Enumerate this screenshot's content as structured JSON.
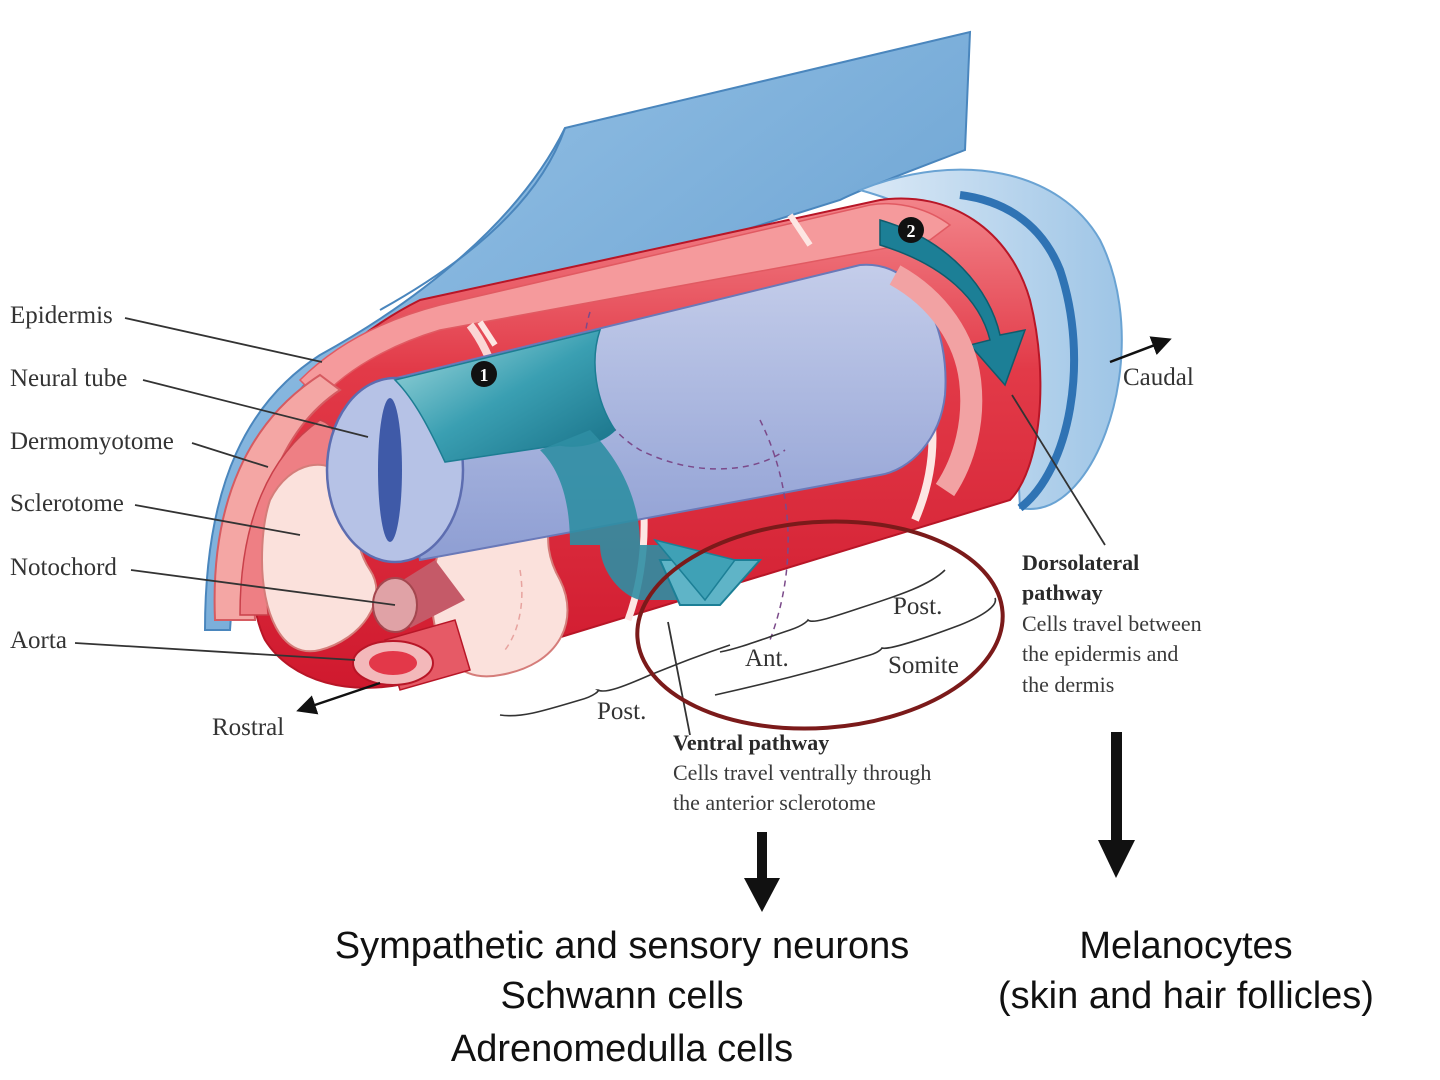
{
  "labels": {
    "epidermis": "Epidermis",
    "neural_tube": "Neural tube",
    "dermomyotome": "Dermomyotome",
    "sclerotome": "Sclerotome",
    "notochord": "Notochord",
    "aorta": "Aorta",
    "rostral": "Rostral",
    "caudal": "Caudal",
    "post_1": "Post.",
    "ant": "Ant.",
    "post_2": "Post.",
    "somite": "Somite",
    "step_1": "1",
    "step_2": "2"
  },
  "ventral_pathway": {
    "title": "Ventral pathway",
    "line1": "Cells travel ventrally through",
    "line2": "the anterior sclerotome"
  },
  "dorsolateral_pathway": {
    "title_line1": "Dorsolateral",
    "title_line2": "pathway",
    "line1": "Cells travel between",
    "line2": "the epidermis and",
    "line3": "the dermis"
  },
  "outcomes": {
    "ventral": [
      "Sympathetic and sensory neurons",
      "Schwann cells",
      "Adrenomedulla cells"
    ],
    "dorsolateral": [
      "Melanocytes",
      "(skin and hair follicles)"
    ]
  },
  "colors": {
    "epidermis": "#7fb3dc",
    "neural_tube": "#a9b8e0",
    "somite_red": "#e0283c",
    "somite_pink": "#f08f93",
    "sclerotome": "#fbe1dc",
    "migration_teal": "#1c7f96",
    "highlight_ellipse": "#7b1a1a"
  }
}
